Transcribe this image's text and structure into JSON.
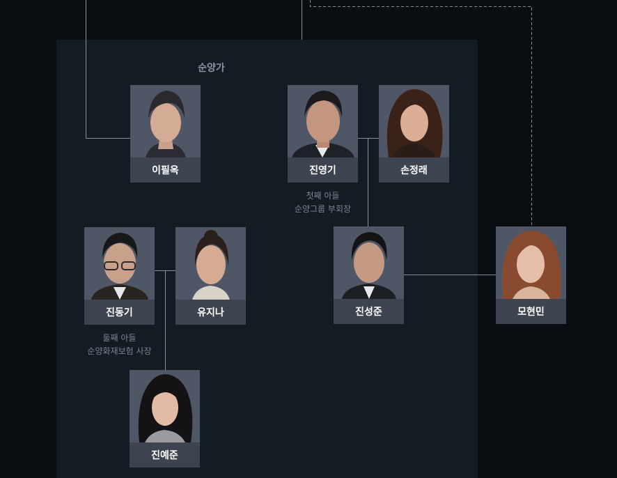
{
  "family_title": "순양가",
  "members": [
    {
      "id": "ipilok",
      "name": "이필옥"
    },
    {
      "id": "jinyounggi",
      "name": "진영기",
      "role": [
        "첫째 아들",
        "순양그룹 부회장"
      ]
    },
    {
      "id": "sonjeongrae",
      "name": "손정래"
    },
    {
      "id": "jindonggi",
      "name": "진동기",
      "role": [
        "둘째 아들",
        "순양화재보험 사장"
      ]
    },
    {
      "id": "yujina",
      "name": "유지나"
    },
    {
      "id": "jinseongjun",
      "name": "진성준"
    },
    {
      "id": "jinyejun",
      "name": "진예준"
    },
    {
      "id": "mohyeonmin",
      "name": "모현민"
    }
  ],
  "colors": {
    "background": "#0a0d12",
    "panel": "#141b22",
    "card": "#4f5666",
    "name_bar": "#3d4350",
    "connector": "#8a919c"
  },
  "icons": [
    "portrait-photo"
  ]
}
